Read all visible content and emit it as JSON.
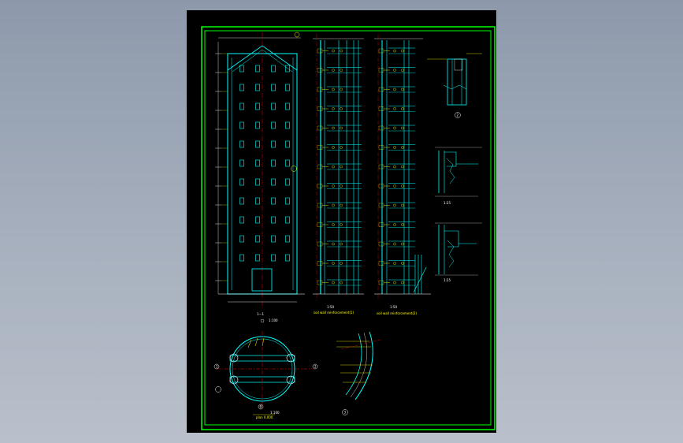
{
  "colors": {
    "background_top": "#8d99ab",
    "background_bottom": "#b9c0cb",
    "sheet": "#000000",
    "frame": "#00ff00",
    "structure": "#00ffff",
    "axis": "#ff0000",
    "annotation": "#ffff00",
    "text": "#ffffff"
  },
  "labels": {
    "elevation_caption": "1—1",
    "elevation_scale": "1:100",
    "wall_caption_1": "soil wall reinforcement(1)",
    "wall_caption_2": "soil wall reinforcement(2)",
    "wall_title_1": "1:50",
    "wall_title_2": "1:50",
    "plan_caption": "plan 0.000",
    "plan_title": "1:100",
    "section_a_caption": "1:25",
    "section_b_caption": "1:25",
    "detail_marker_2": "2",
    "detail_marker_3": "3",
    "axis_marker_a": "A",
    "axis_marker_b": "B",
    "axis_marker_1": "1",
    "axis_marker_2": "2"
  }
}
